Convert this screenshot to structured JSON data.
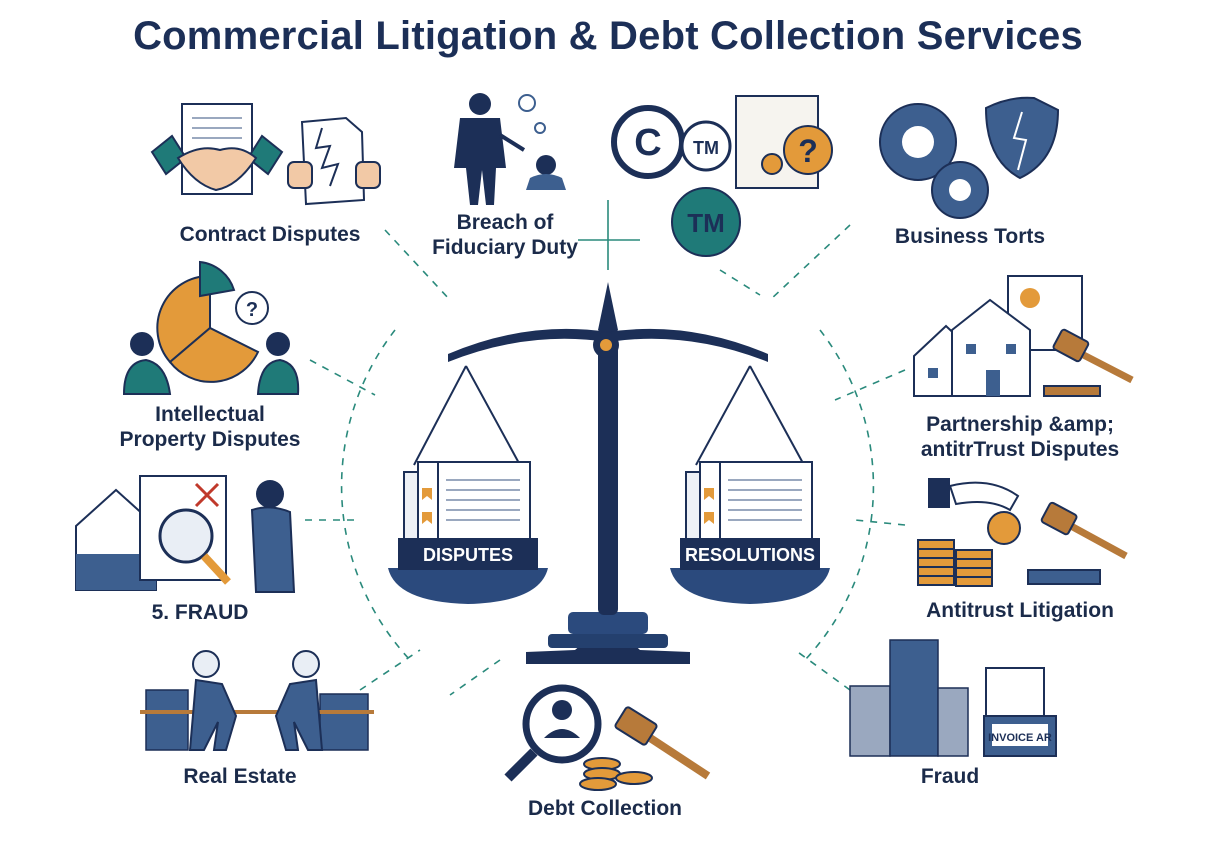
{
  "title": "Commercial Litigation & Debt Collection Services",
  "colors": {
    "navy": "#1c2f57",
    "steel": "#3d5f8f",
    "teal": "#1f7a78",
    "orange": "#e39a3a",
    "dash": "#2a8a7c"
  },
  "center": {
    "left_pan": "DISPUTES",
    "right_pan": "RESOLUTIONS"
  },
  "icons": {
    "copyright_c": "C",
    "trademark_a": "TM",
    "trademark_b": "TM",
    "question_mark": "?",
    "question_small": "?",
    "invoice_text": "INVOICE AR"
  },
  "topics": {
    "contract_disputes": "Contract Disputes",
    "fiduciary_line1": "Breach of",
    "fiduciary_line2": "Fiduciary Duty",
    "business_torts": "Business Torts",
    "ip_line1": "Intellectual",
    "ip_line2": "Property Disputes",
    "partnership_line1": "Partnership &amp;",
    "partnership_line2": "antitrTrust Disputes",
    "fraud_numbered": "5. FRAUD",
    "antitrust_litigation": "Antitrust Litigation",
    "real_estate": "Real Estate",
    "debt_collection": "Debt Collection",
    "fraud": "Fraud"
  }
}
